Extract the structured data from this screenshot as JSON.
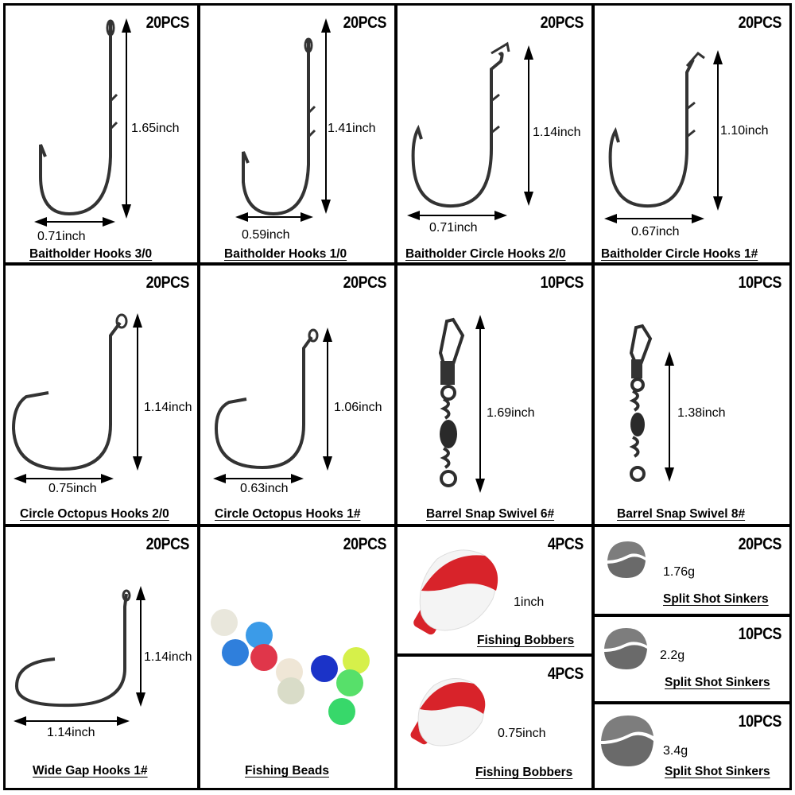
{
  "tiles": [
    {
      "qty": "20PCS",
      "name": "Baitholder Hooks 3/0",
      "height": "1.65inch",
      "width": "0.71inch"
    },
    {
      "qty": "20PCS",
      "name": "Baitholder Hooks 1/0",
      "height": "1.41inch",
      "width": "0.59inch"
    },
    {
      "qty": "20PCS",
      "name": "Baitholder Circle Hooks 2/0",
      "height": "1.14inch",
      "width": "0.71inch"
    },
    {
      "qty": "20PCS",
      "name": "Baitholder Circle Hooks 1#",
      "height": "1.10inch",
      "width": "0.67inch"
    },
    {
      "qty": "20PCS",
      "name": "Circle Octopus Hooks 2/0",
      "height": "1.14inch",
      "width": "0.75inch"
    },
    {
      "qty": "20PCS",
      "name": "Circle Octopus Hooks 1#",
      "height": "1.06inch",
      "width": "0.63inch"
    },
    {
      "qty": "10PCS",
      "name": "Barrel Snap Swivel 6#",
      "height": "1.69inch"
    },
    {
      "qty": "10PCS",
      "name": "Barrel Snap Swivel 8#",
      "height": "1.38inch"
    },
    {
      "qty": "20PCS",
      "name": "Wide Gap Hooks 1#",
      "height": "1.14inch",
      "width": "1.14inch"
    },
    {
      "qty": "20PCS",
      "name": "Fishing Beads"
    },
    {
      "qty": "4PCS",
      "name": "Fishing Bobbers",
      "size": "1inch"
    },
    {
      "qty": "4PCS",
      "name": "Fishing Bobbers",
      "size": "0.75inch"
    },
    {
      "qty": "20PCS",
      "name": "Split Shot Sinkers",
      "weight": "1.76g"
    },
    {
      "qty": "10PCS",
      "name": "Split Shot Sinkers",
      "weight": "2.2g"
    },
    {
      "qty": "10PCS",
      "name": "Split Shot Sinkers",
      "weight": "3.4g"
    }
  ],
  "colors": {
    "bobber_red": "#d8232a",
    "bobber_white": "#f4f4f4",
    "metal": "#3a3a3a",
    "sinker": "#7d7d7d"
  },
  "bead_colors": [
    "#e9e7dc",
    "#3b9be8",
    "#2f7fdc",
    "#e0364a",
    "#efe6d6",
    "#d9dcc8",
    "#1b33c8",
    "#d6f04a",
    "#57e06a",
    "#37d86a"
  ]
}
